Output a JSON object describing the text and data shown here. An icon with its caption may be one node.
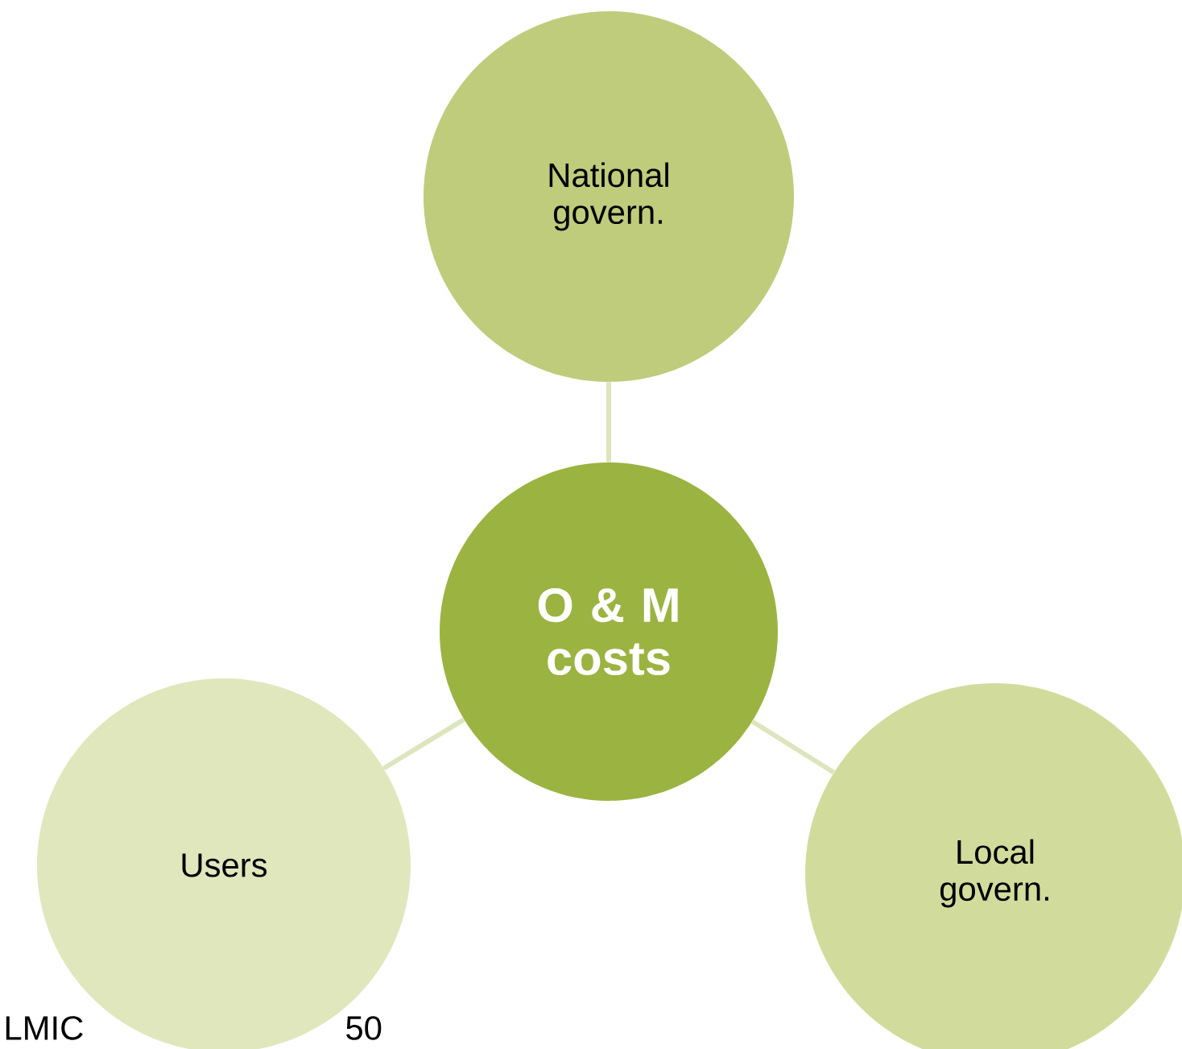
{
  "diagram": {
    "nodes": [
      {
        "text": [
          "O & M costs"
        ]
      },
      {
        "text": [
          "National govern."
        ]
      },
      {
        "text": [
          "Local govern."
        ]
      },
      {
        "text": [
          "Users"
        ]
      }
    ],
    "edges": [
      {
        "from": 0,
        "to": 1,
        "arrow": "none"
      },
      {
        "from": 0,
        "to": 2,
        "arrow": "none"
      },
      {
        "from": 0,
        "to": 3,
        "arrow": "none"
      }
    ],
    "labels": [
      "LMIC",
      "50"
    ]
  }
}
